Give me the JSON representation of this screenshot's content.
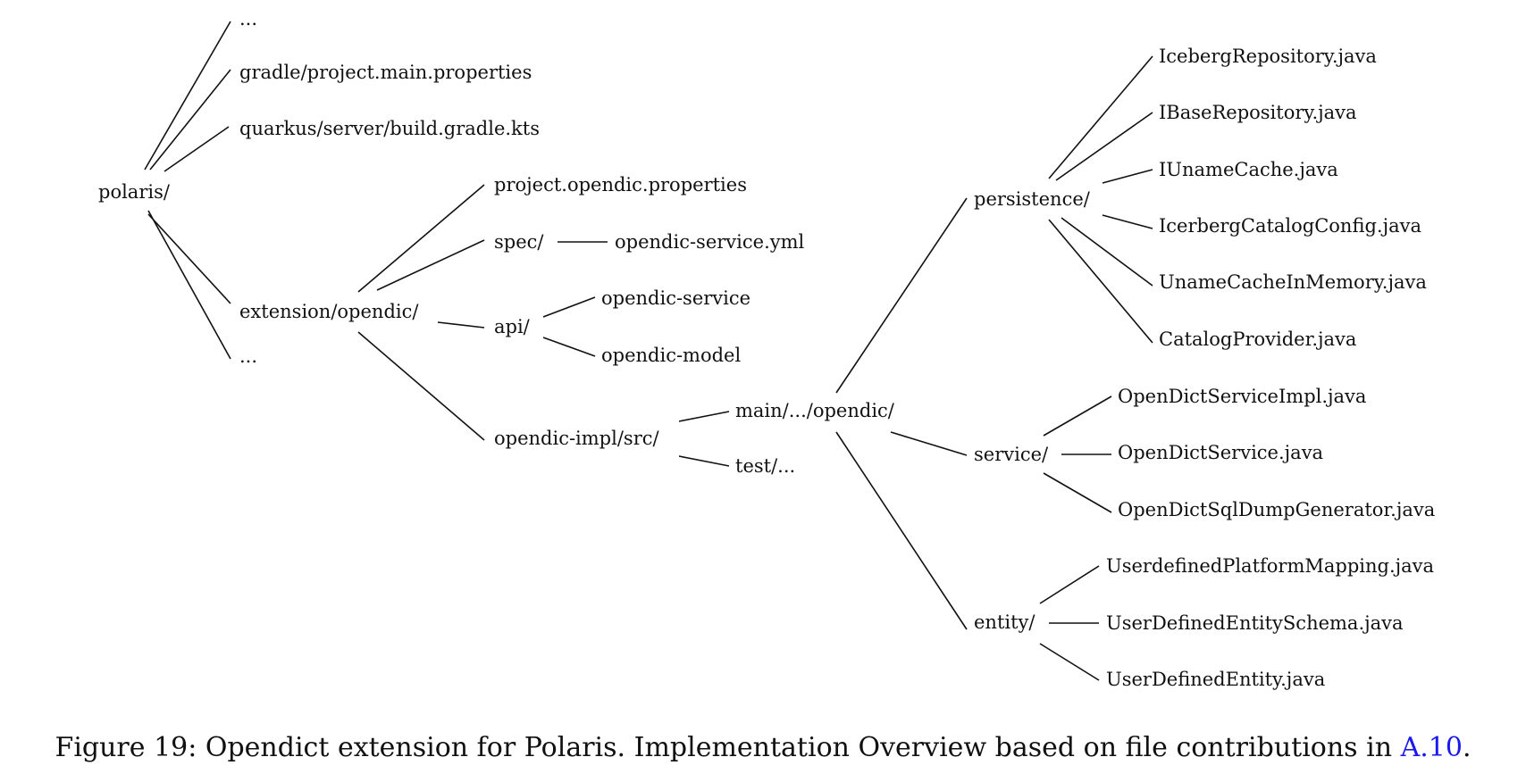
{
  "nodes": {
    "root": "polaris/",
    "dots_top": "...",
    "gradle_props": "gradle/project.main.properties",
    "quarkus_build": "quarkus/server/build.gradle.kts",
    "extension": "extension/opendic/",
    "dots_bottom": "...",
    "project_props": "project.opendic.properties",
    "spec": "spec/",
    "service_yml": "opendic-service.yml",
    "api": "api/",
    "api_service": "opendic-service",
    "api_model": "opendic-model",
    "impl_src": "opendic-impl/src/",
    "main": "main/.../opendic/",
    "test": "test/...",
    "persistence": "persistence/",
    "iceberg_repo": "IcebergRepository.java",
    "ibase_repo": "IBaseRepository.java",
    "iuname_cache": "IUnameCache.java",
    "iceberg_catalog_config": "IcerbergCatalogConfig.java",
    "uname_cache_mem": "UnameCacheInMemory.java",
    "catalog_provider": "CatalogProvider.java",
    "service": "service/",
    "service_impl": "OpenDictServiceImpl.java",
    "service_iface": "OpenDictService.java",
    "sql_dump": "OpenDictSqlDumpGenerator.java",
    "entity": "entity/",
    "platform_mapping": "UserdefinedPlatformMapping.java",
    "entity_schema": "UserDefinedEntitySchema.java",
    "entity_class": "UserDefinedEntity.java"
  },
  "caption": {
    "text": "Figure 19: Opendict extension for Polaris. Implementation Overview based on file contributions in ",
    "ref": "A.10",
    "end": "."
  }
}
